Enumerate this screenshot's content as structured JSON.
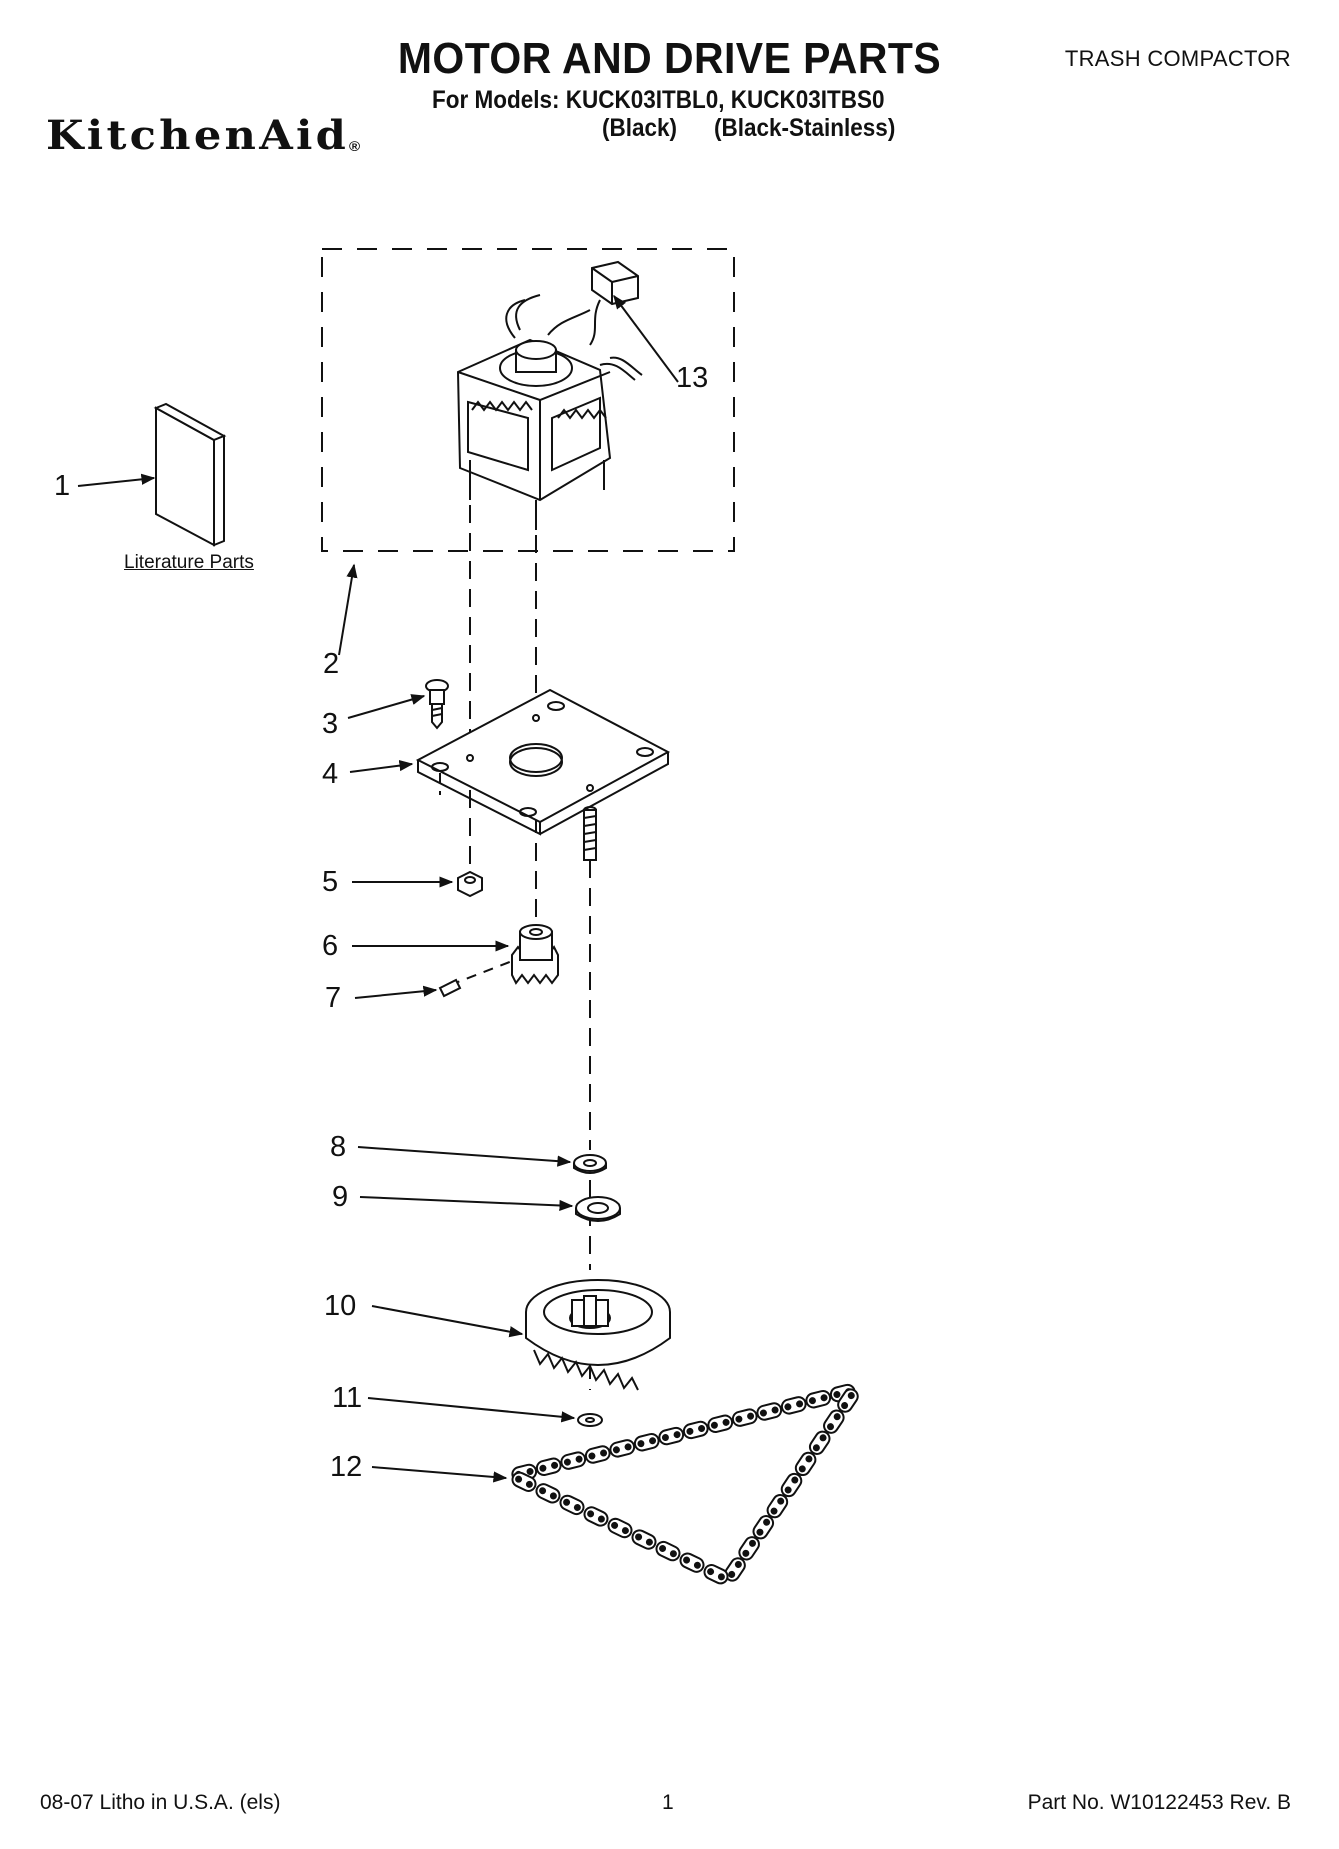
{
  "header": {
    "title": "MOTOR AND DRIVE PARTS",
    "product": "TRASH COMPACTOR",
    "models_line": "For Models: KUCK03ITBL0, KUCK03ITBS0",
    "color_1": "(Black)",
    "color_2": "(Black-Stainless)",
    "brand": "KitchenAid",
    "brand_mark": "®"
  },
  "diagram": {
    "literature_label": "Literature Parts",
    "callouts": [
      "1",
      "2",
      "3",
      "4",
      "5",
      "6",
      "7",
      "8",
      "9",
      "10",
      "11",
      "12",
      "13"
    ]
  },
  "footer": {
    "left": "08-07 Litho in U.S.A. (els)",
    "center": "1",
    "right": "Part No. W10122453 Rev. B"
  },
  "colors": {
    "ink": "#111111",
    "paper": "#ffffff"
  }
}
